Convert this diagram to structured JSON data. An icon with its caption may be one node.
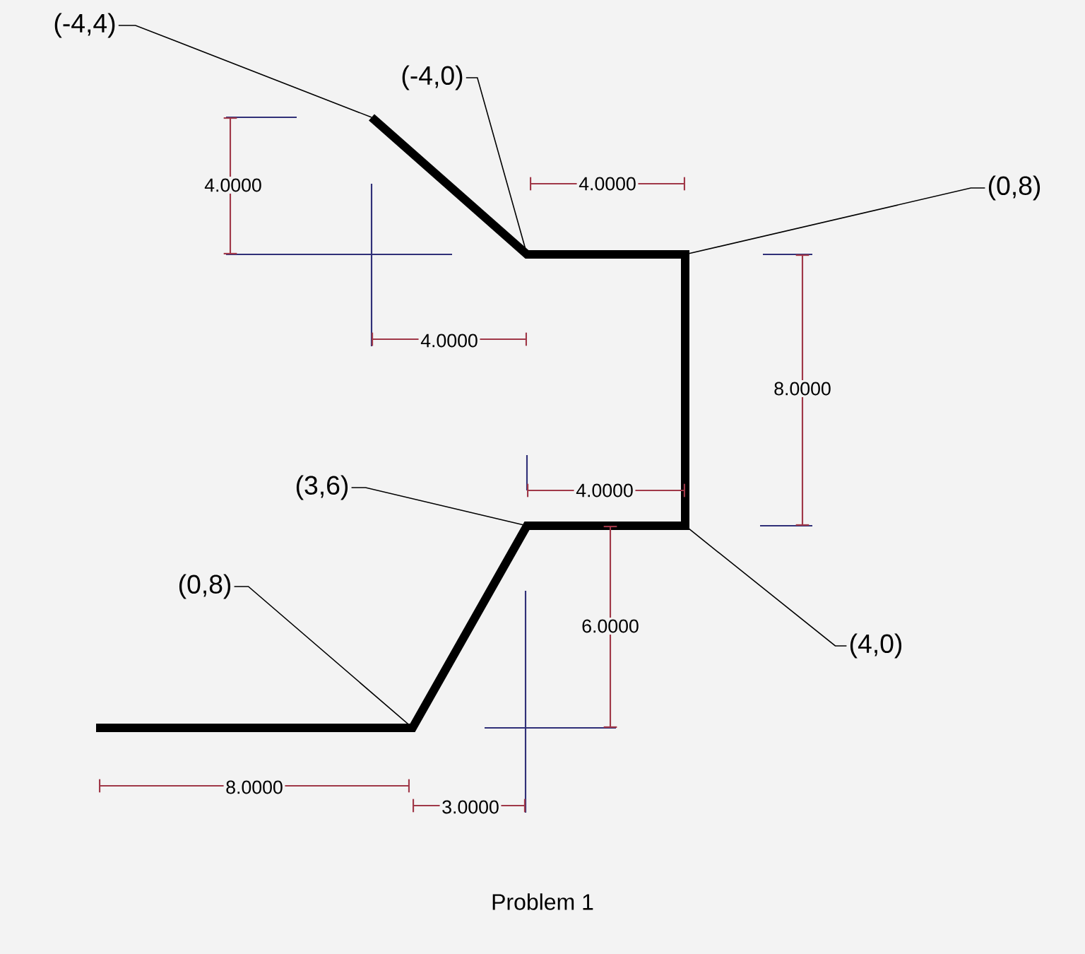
{
  "diagram": {
    "caption": "Problem 1",
    "nodes": [
      {
        "text": [
          "(-4,4)"
        ]
      },
      {
        "text": [
          "(-4,0)"
        ]
      },
      {
        "text": [
          "(0,8)"
        ]
      },
      {
        "text": [
          "(3,6)"
        ]
      },
      {
        "text": [
          "(0,8)"
        ]
      },
      {
        "text": [
          "(4,0)"
        ]
      }
    ],
    "edges": [
      {
        "from": 0,
        "to": null,
        "arrow": "none"
      },
      {
        "from": 1,
        "to": null,
        "arrow": "none"
      },
      {
        "from": 2,
        "to": null,
        "arrow": "none"
      },
      {
        "from": 3,
        "to": null,
        "arrow": "none"
      },
      {
        "from": 4,
        "to": null,
        "arrow": "none"
      },
      {
        "from": 5,
        "to": null,
        "arrow": "none"
      }
    ],
    "labels": [
      "4.0000",
      "4.0000",
      "4.0000",
      "8.0000",
      "4.0000",
      "6.0000",
      "8.0000",
      "3.0000"
    ]
  }
}
